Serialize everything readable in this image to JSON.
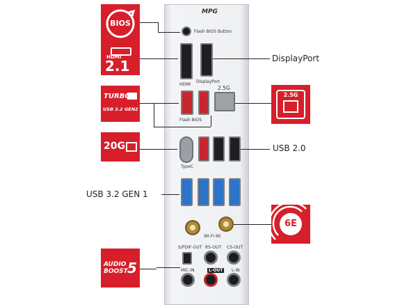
{
  "shield": {
    "logo": "MPG",
    "flash_bios_button_label": "Flash BIOS Button",
    "hdmi_label": "HDMI",
    "displayport_small": "DisplayPort",
    "port_2_5g": "2.5G",
    "flash_bios_label": "Flash BIOS",
    "typec_label": "TypeC",
    "wifi_label": "WI-FI 6E",
    "spdif_label": "S/PDIF-OUT",
    "rs_out_label": "RS-OUT",
    "cs_out_label": "CS-OUT",
    "mic_in_label": "MIC-IN",
    "l_out_label": "L-OUT",
    "l_in_label": "L-IN"
  },
  "callouts": {
    "displayport": "DisplayPort",
    "usb20": "USB 2.0",
    "usb32gen1": "USB 3.2 GEN 1"
  },
  "badges": {
    "bios": "BIOS",
    "hdmi_top": "HDMI",
    "hdmi_ver": "2.1",
    "turbo": "TURBO",
    "usb_line": "USB 3.2 GEN2",
    "g20": "20G",
    "audio1": "AUDIO",
    "audio2": "BOOST",
    "audio_num": "5",
    "lan": "2.5G",
    "wifi": "6E"
  },
  "colors": {
    "accent": "#d61f2b"
  }
}
